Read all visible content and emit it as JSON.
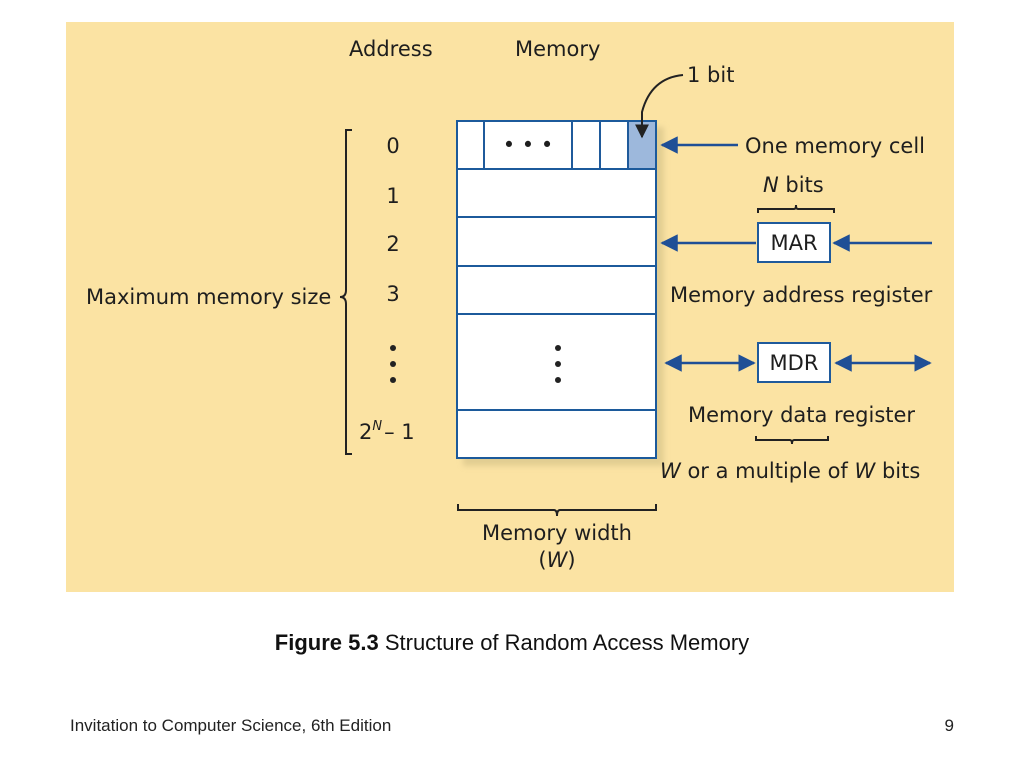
{
  "figure": {
    "address_header": "Address",
    "memory_header": "Memory",
    "bit_label": "1 bit",
    "one_cell_label": "One memory cell",
    "n_bits": "N",
    "n_bits_suffix": " bits",
    "mar_label": "MAR",
    "mar_caption": "Memory address register",
    "mdr_label": "MDR",
    "mdr_caption": "Memory data register",
    "w_prefix": "W",
    "w_middle": " or a multiple of ",
    "w_mid2": "W",
    "w_suffix": " bits",
    "max_memory_size": "Maximum memory size",
    "addresses": [
      "0",
      "1",
      "2",
      "3"
    ],
    "last_address_base": "2",
    "last_address_exp": "N",
    "last_address_tail": "– 1",
    "cell_dots": "• • •",
    "memory_width_line1": "Memory width",
    "memory_width_line2_open": "(",
    "memory_width_line2_w": "W",
    "memory_width_line2_close": ")"
  },
  "caption": {
    "figure_number": "Figure 5.3",
    "title": " Structure of Random Access Memory"
  },
  "footer": {
    "book": "Invitation to Computer Science, 6th Edition",
    "page": "9"
  },
  "colors": {
    "background": "#fbe3a3",
    "row_border": "#1f5a9b",
    "arrow": "#1f4f96",
    "highlight_bit": "#9db8dc"
  }
}
